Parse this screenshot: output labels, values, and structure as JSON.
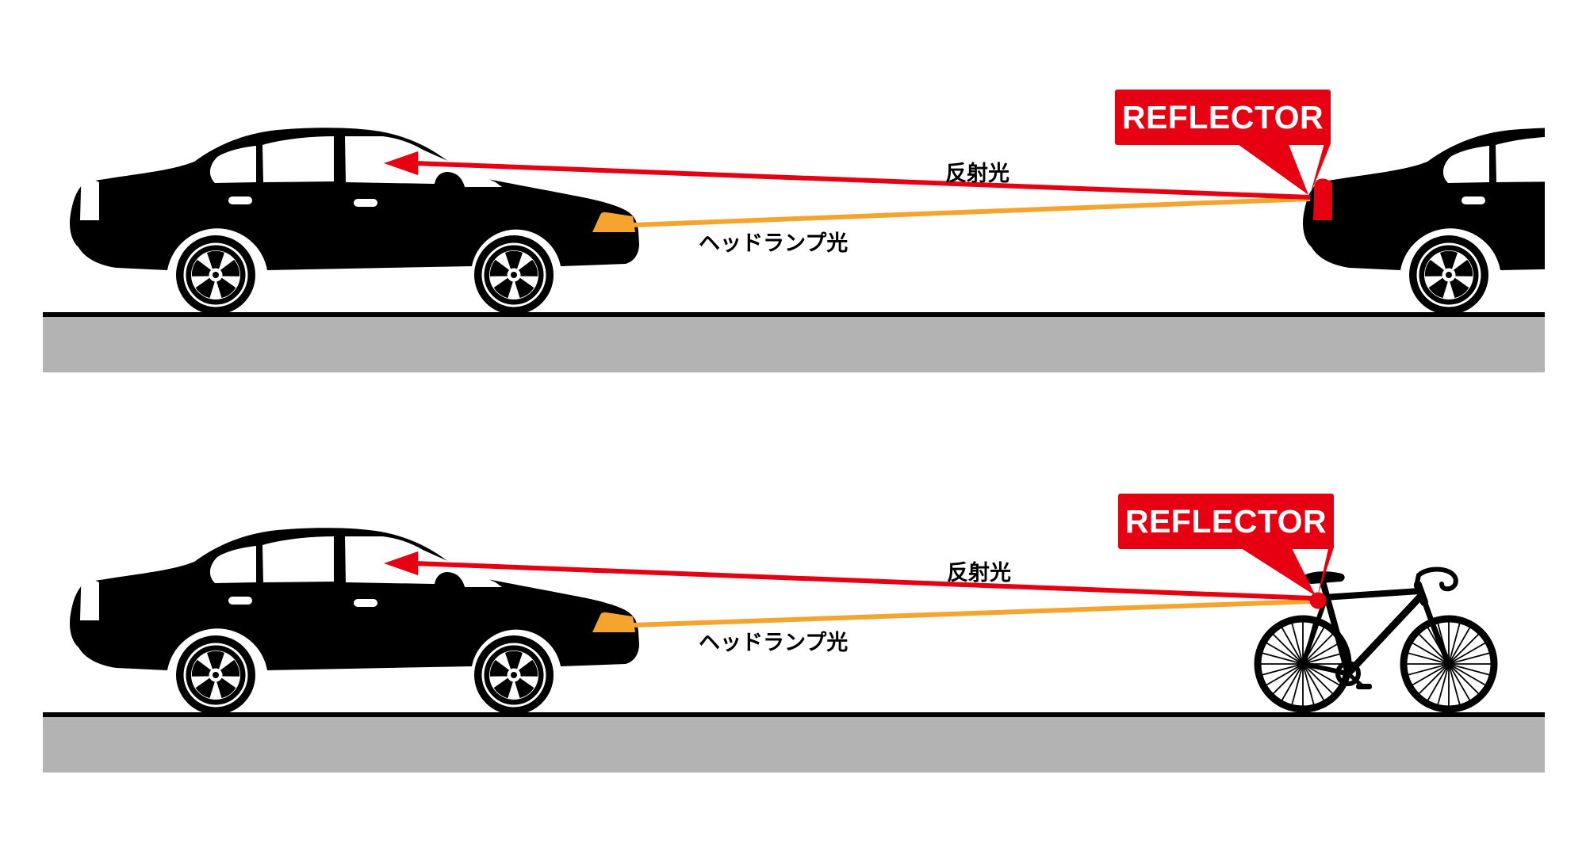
{
  "colors": {
    "red": "#E60012",
    "orange": "#F5A42E",
    "road": "#B3B3B3",
    "ink": "#000000",
    "paper": "#FFFFFF"
  },
  "panels": [
    {
      "id": "car-ahead",
      "badge": "REFLECTOR",
      "reflected_ray_label": "反射光",
      "headlamp_ray_label": "ヘッドランプ光"
    },
    {
      "id": "bicycle",
      "badge": "REFLECTOR",
      "reflected_ray_label": "反射光",
      "headlamp_ray_label": "ヘッドランプ光"
    }
  ]
}
